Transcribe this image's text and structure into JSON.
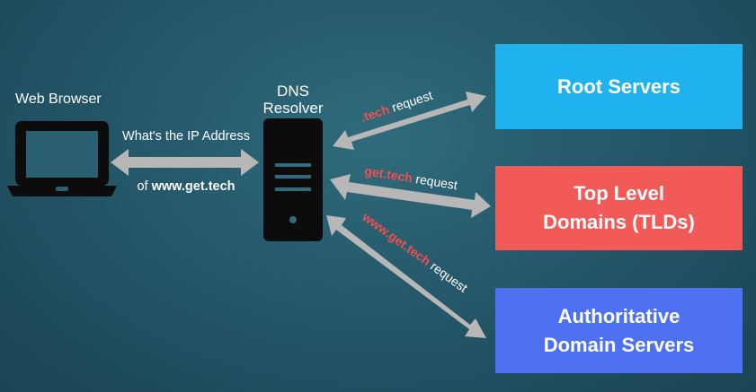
{
  "browser": {
    "label": "Web Browser"
  },
  "resolver": {
    "line1": "DNS",
    "line2": "Resolver"
  },
  "query": {
    "line1": "What's the IP Address",
    "prefix": "of ",
    "domain": "www.get.tech"
  },
  "requests": [
    {
      "highlight": ".tech",
      "suffix": " request"
    },
    {
      "highlight": "get.tech",
      "suffix": " request"
    },
    {
      "highlight": "www.get.tech",
      "suffix": " request"
    }
  ],
  "servers": [
    {
      "lines": [
        "Root Servers"
      ],
      "color": "#1fb2ee"
    },
    {
      "lines": [
        "Top Level",
        "Domains (TLDs)"
      ],
      "color": "#f25a58"
    },
    {
      "lines": [
        "Authoritative",
        "Domain Servers"
      ],
      "color": "#4d71f0"
    }
  ],
  "colors": {
    "arrow": "#b7b7b7",
    "device": "#0c0c0c",
    "highlight": "#f0504e"
  }
}
